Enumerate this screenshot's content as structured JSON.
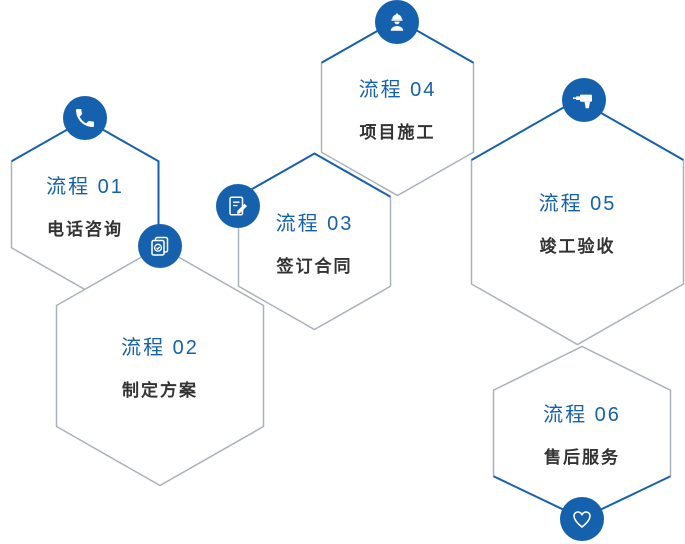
{
  "colors": {
    "accent": "#1661ae",
    "muted": "#aab1ba",
    "title": "#333333",
    "bg": "#ffffff"
  },
  "steps": [
    {
      "label": "流程 01",
      "title": "电话咨询",
      "icon": "phone-icon"
    },
    {
      "label": "流程 02",
      "title": "制定方案",
      "icon": "documents-icon"
    },
    {
      "label": "流程 03",
      "title": "签订合同",
      "icon": "contract-pen-icon"
    },
    {
      "label": "流程 04",
      "title": "项目施工",
      "icon": "worker-icon"
    },
    {
      "label": "流程 05",
      "title": "竣工验收",
      "icon": "drill-icon"
    },
    {
      "label": "流程 06",
      "title": "售后服务",
      "icon": "heart-icon"
    }
  ]
}
